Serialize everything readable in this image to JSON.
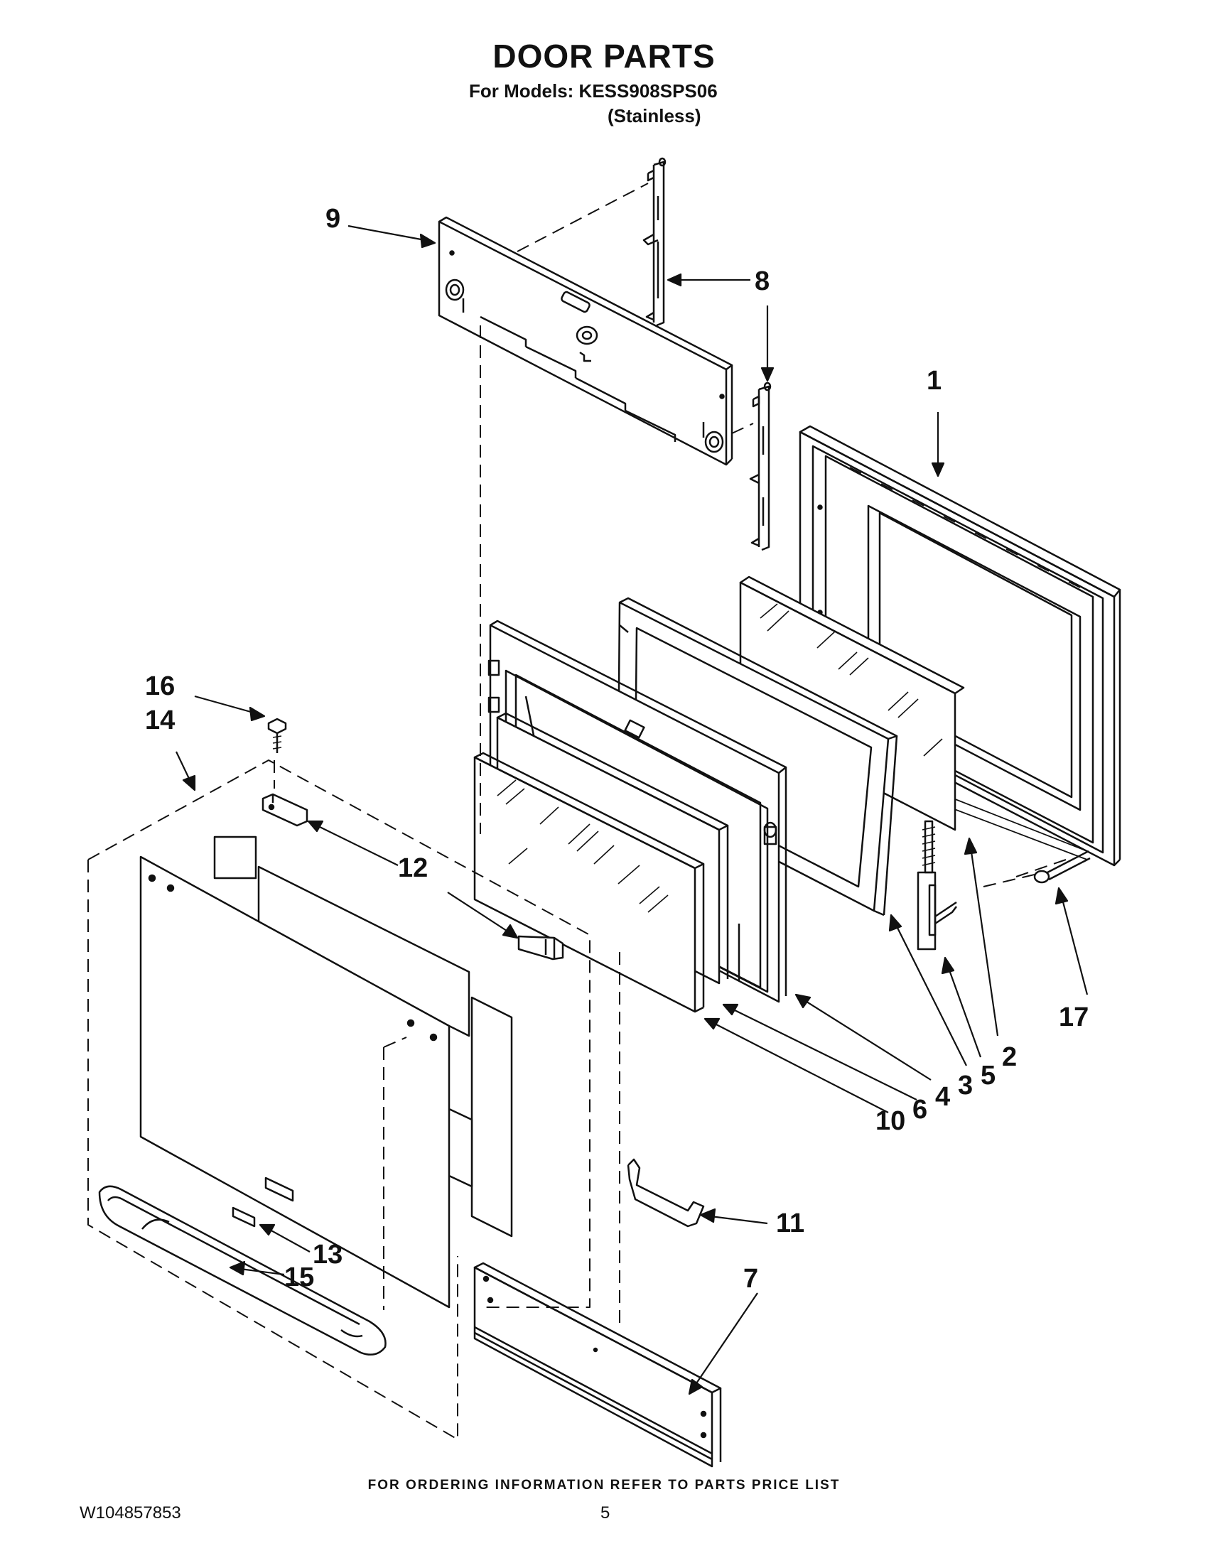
{
  "header": {
    "title": "DOOR PARTS",
    "models_line": "For Models: KESS908SPS06",
    "finish_line": "(Stainless)"
  },
  "callouts": [
    "1",
    "2",
    "3",
    "4",
    "5",
    "6",
    "7",
    "8",
    "9",
    "10",
    "11",
    "12",
    "13",
    "14",
    "15",
    "16",
    "17"
  ],
  "footer": {
    "ordering_note": "FOR ORDERING INFORMATION REFER TO PARTS PRICE LIST",
    "document_number": "W104857853",
    "page_number": "5"
  }
}
